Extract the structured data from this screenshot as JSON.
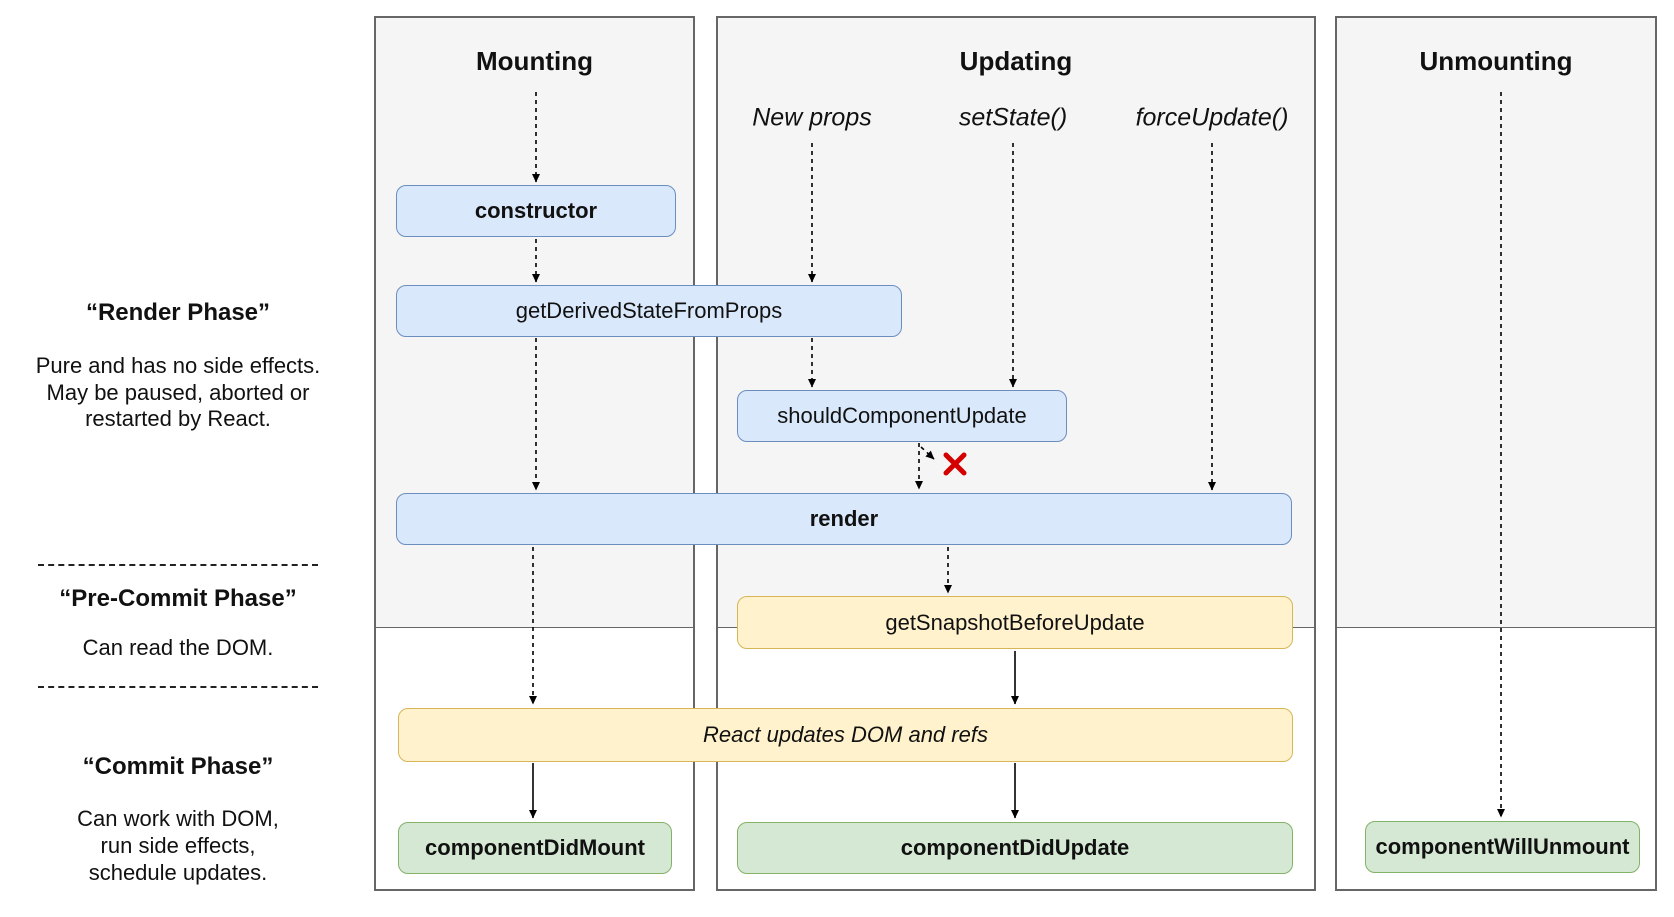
{
  "columns": {
    "mounting": {
      "title": "Mounting"
    },
    "updating": {
      "title": "Updating",
      "triggers": {
        "new_props": "New props",
        "set_state": "setState()",
        "force_update": "forceUpdate()"
      }
    },
    "unmounting": {
      "title": "Unmounting"
    }
  },
  "phases": {
    "render": {
      "title": "“Render Phase”",
      "line1": "Pure and has no side effects.",
      "line2": "May be paused, aborted or",
      "line3": "restarted by React."
    },
    "pre_commit": {
      "title": "“Pre-Commit Phase”",
      "line1": "Can read the DOM."
    },
    "commit": {
      "title": "“Commit Phase”",
      "line1": "Can work with DOM,",
      "line2": "run side effects,",
      "line3": "schedule updates."
    }
  },
  "nodes": {
    "constructor": "constructor",
    "get_derived_state_from_props": "getDerivedStateFromProps",
    "should_component_update": "shouldComponentUpdate",
    "render": "render",
    "get_snapshot_before_update": "getSnapshotBeforeUpdate",
    "react_updates_dom": "React updates DOM and refs",
    "component_did_mount": "componentDidMount",
    "component_did_update": "componentDidUpdate",
    "component_will_unmount": "componentWillUnmount"
  },
  "colors": {
    "lifecycle_blue_fill": "#dae8fc",
    "lifecycle_blue_border": "#6c8ebf",
    "side_effect_yellow_fill": "#fff2cc",
    "side_effect_yellow_border": "#d6b656",
    "commit_green_fill": "#d5e8d4",
    "commit_green_border": "#82b366",
    "panel_gray": "#f5f5f5",
    "panel_border": "#666666",
    "abort_x_red": "#d40000"
  }
}
